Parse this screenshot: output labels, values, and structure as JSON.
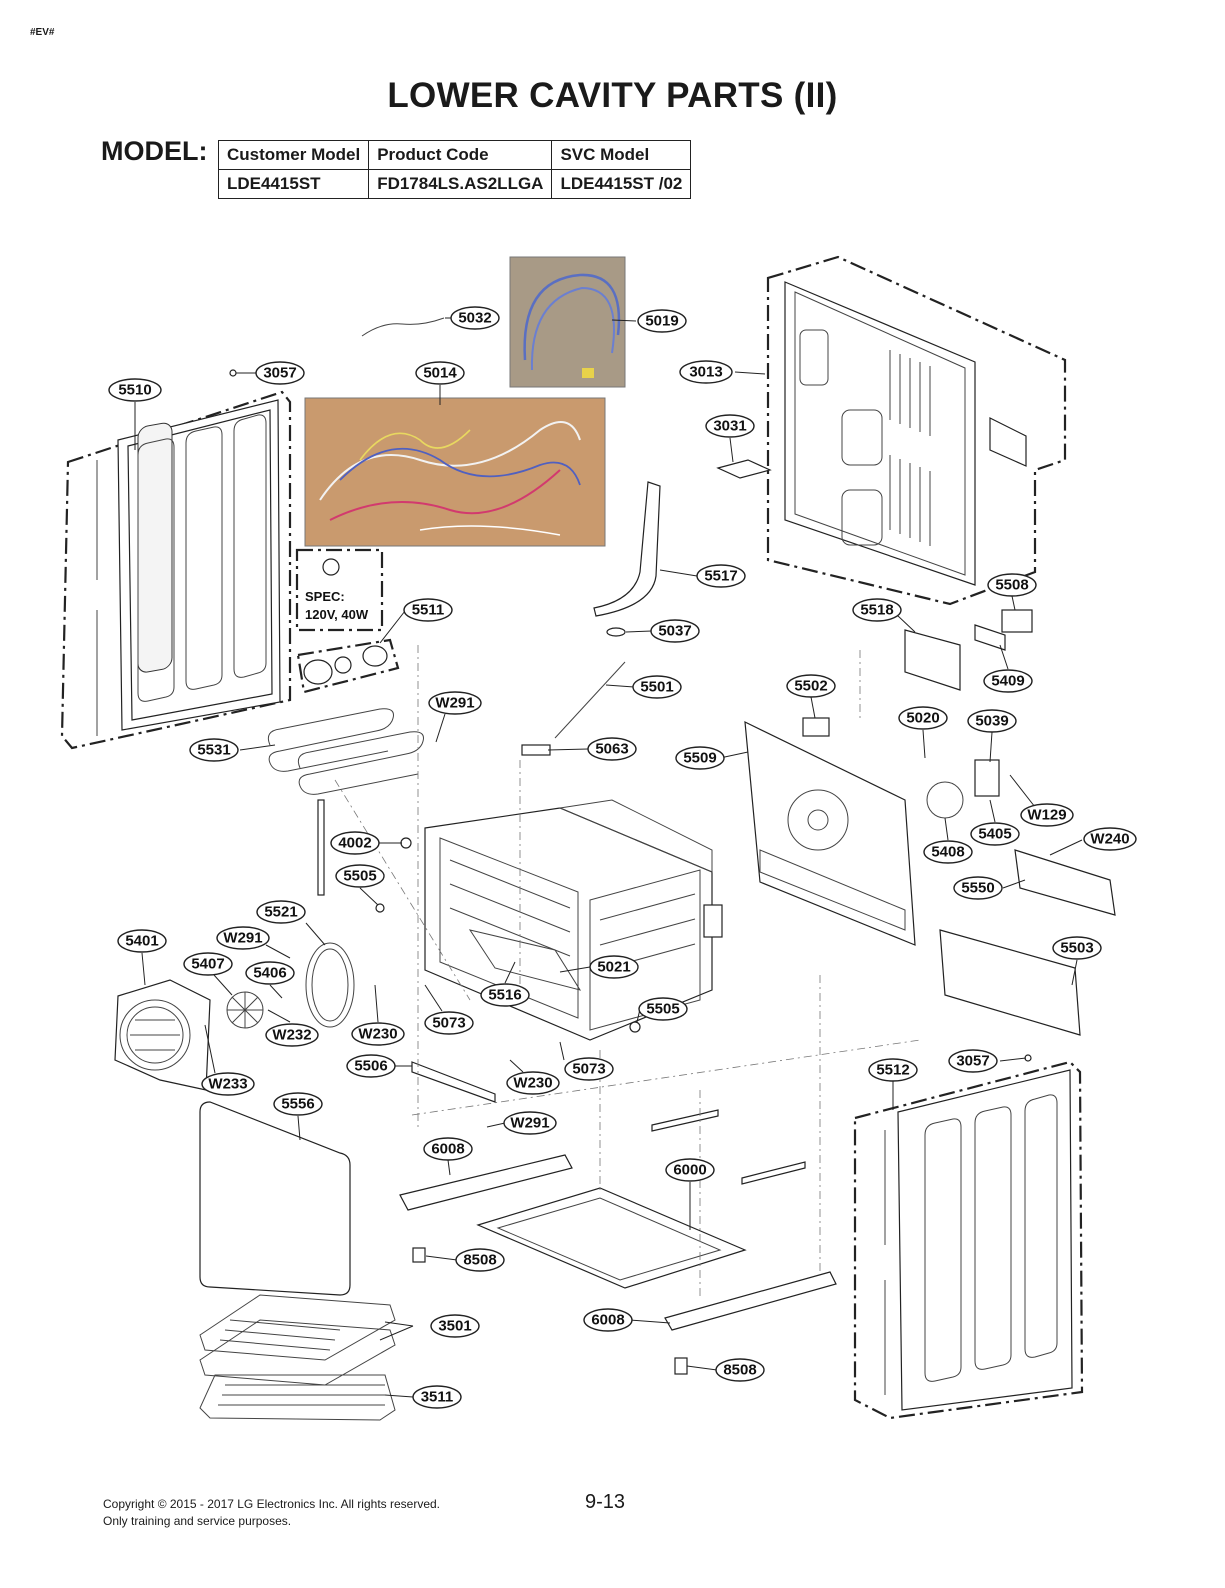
{
  "doc_tag": "#EV#",
  "title": "LOWER CAVITY PARTS (II)",
  "model_label": "MODEL:",
  "model_table": {
    "headers": [
      "Customer Model",
      "Product Code",
      "SVC Model"
    ],
    "row": [
      "LDE4415ST",
      "FD1784LS.AS2LLGA",
      "LDE4415ST /02"
    ]
  },
  "spec_box": {
    "line1": "SPEC:",
    "line2": "120V, 40W"
  },
  "callouts": {
    "c5032": "5032",
    "c5019": "5019",
    "c3057a": "3057",
    "c5014": "5014",
    "c3013": "3013",
    "c5510": "5510",
    "c3031": "3031",
    "c5517": "5517",
    "c5508": "5508",
    "c5511": "5511",
    "c5518": "5518",
    "c5037": "5037",
    "c5409": "5409",
    "c5501": "5501",
    "c5502": "5502",
    "cW291a": "W291",
    "c5020": "5020",
    "c5039": "5039",
    "c5531": "5531",
    "c5063": "5063",
    "c5509": "5509",
    "cW129": "W129",
    "c5405": "5405",
    "cW240": "W240",
    "c4002": "4002",
    "c5408": "5408",
    "c5505a": "5505",
    "c5550": "5550",
    "c5521": "5521",
    "c5401": "5401",
    "cW291b": "W291",
    "c5503": "5503",
    "c5407": "5407",
    "c5406": "5406",
    "c5021": "5021",
    "c5516": "5516",
    "c5505b": "5505",
    "c5073a": "5073",
    "cW230a": "W230",
    "cW232": "W232",
    "c5506": "5506",
    "c5073b": "5073",
    "cW230b": "W230",
    "c3057b": "3057",
    "c5512": "5512",
    "cW233": "W233",
    "c5556": "5556",
    "cW291c": "W291",
    "c6008a": "6008",
    "c6000": "6000",
    "c8508a": "8508",
    "c3501": "3501",
    "c6008b": "6008",
    "c8508b": "8508",
    "c3511": "3511"
  },
  "footer": {
    "copyright": "Copyright © 2015 - 2017 LG Electronics Inc. All rights reserved.",
    "purpose": "Only training and service purposes.",
    "page": "9-13"
  }
}
